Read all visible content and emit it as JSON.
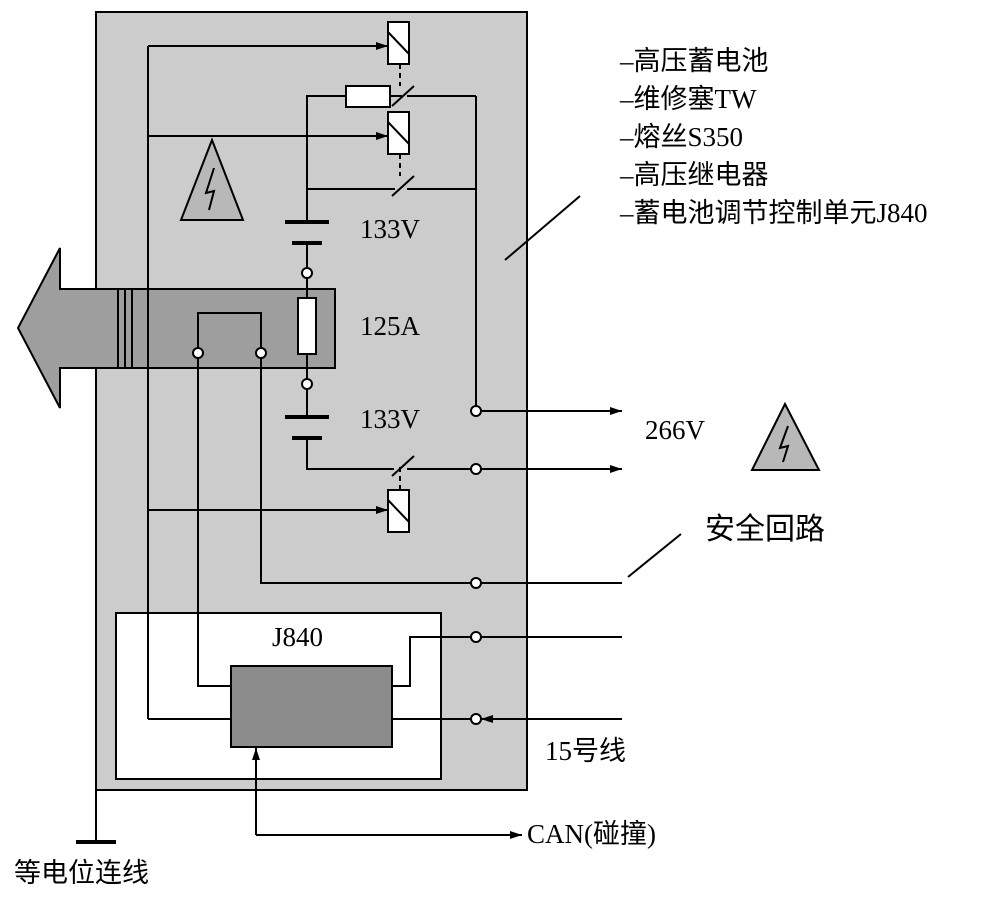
{
  "legend": {
    "items": [
      "–高压蓄电池",
      "–维修塞TW",
      "–熔丝S350",
      "–高压继电器",
      "–蓄电池调节控制单元J840"
    ]
  },
  "labels": {
    "cell_upper": "133V",
    "fuse": "125A",
    "cell_lower": "133V",
    "output_voltage": "266V",
    "safety_loop": "安全回路",
    "controller": "J840",
    "terminal_15": "15号线",
    "can": "CAN(碰撞)",
    "ground": "等电位连线"
  },
  "colors": {
    "housing": "#cccccc",
    "plug": "#9e9e9e",
    "controller": "#8c8c8c",
    "warning": "#b8b8b8"
  }
}
